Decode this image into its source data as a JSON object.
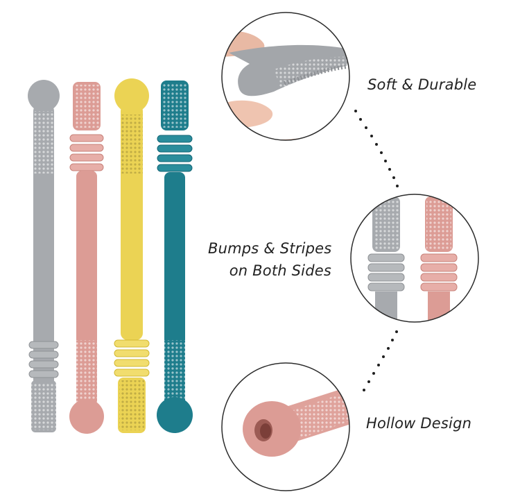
{
  "features": [
    {
      "label": "Soft & Durable"
    },
    {
      "label_lines": [
        "Bumps & Stripes",
        "on Both Sides"
      ]
    },
    {
      "label": "Hollow Design"
    }
  ],
  "products": [
    {
      "color": "#a7aaae",
      "dark": "#8e9195",
      "name": "gray-teether"
    },
    {
      "color": "#dc9c95",
      "dark": "#c78179",
      "name": "pink-teether"
    },
    {
      "color": "#ebd354",
      "dark": "#d2b934",
      "name": "yellow-teether"
    },
    {
      "color": "#1e7d8c",
      "dark": "#156676",
      "name": "teal-teether"
    }
  ],
  "colors": {
    "circle_stroke": "#2b2b2b",
    "dots": "#1f1f1f",
    "text": "#222222",
    "pink": "#dc9c95",
    "gray": "#a7aaae"
  }
}
